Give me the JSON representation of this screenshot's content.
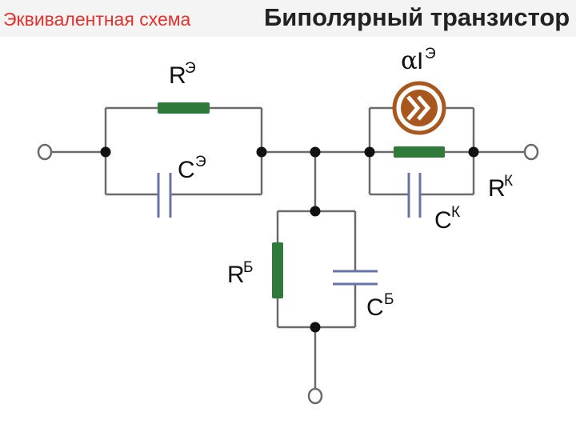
{
  "header": {
    "subtitle": "Эквивалентная схема",
    "title": "Биполярный транзистор"
  },
  "labels": {
    "re_main": "R",
    "re_sub": "Э",
    "ce_main": "C",
    "ce_sub": "Э",
    "alpha_sym": "α",
    "alpha_i": "I",
    "alpha_sub": "Э",
    "rk_main": "R",
    "rk_sub": "К",
    "ck_main": "C",
    "ck_sub": "К",
    "rb_main": "R",
    "rb_sub": "Б",
    "cb_main": "C",
    "cb_sub": "Б"
  },
  "colors": {
    "wire": "#6b6b6b",
    "resistor": "#2f7a3b",
    "capacitor": "#6a74a8",
    "source": "#a8581f",
    "node": "#111111",
    "subtitle": "#e4312d"
  },
  "icons": {
    "current_source": "double-chevron-right-icon"
  }
}
